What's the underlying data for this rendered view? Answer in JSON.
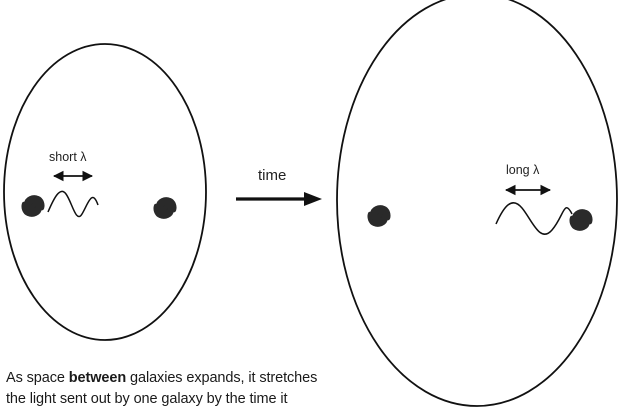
{
  "before": {
    "wavelength_label": "short λ"
  },
  "transition": {
    "label": "time"
  },
  "after": {
    "wavelength_label": "long λ"
  },
  "caption": {
    "line1_start": "As space ",
    "line1_bold": "between",
    "line1_end": " galaxies expands, it stretches",
    "line2": "the light sent out by one galaxy by the time it"
  },
  "colors": {
    "outline": "#111111",
    "galaxy": "#2a2a2a"
  },
  "icons": [
    "galaxy-spiral-icon",
    "double-headed-arrow-icon",
    "right-arrow-icon"
  ]
}
